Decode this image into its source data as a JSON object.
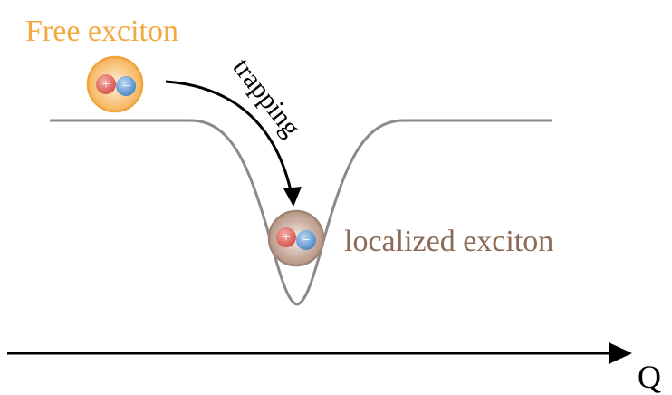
{
  "free_exciton": {
    "label": "Free exciton",
    "label_color": "#F4A940",
    "ring_color": "#F2A33A",
    "glow_color": "#F7C27A"
  },
  "localized_exciton": {
    "label": "localized exciton",
    "label_color": "#8C6A55",
    "ring_color": "#A08575",
    "glow_color": "#B99A8A"
  },
  "particles": {
    "hole_symbol": "+",
    "electron_symbol": "−",
    "hole_color": "#D9534F",
    "electron_color": "#4F8FD0"
  },
  "arrow_label": "trapping",
  "axis_label": "Q",
  "potential_curve_color": "#8A8A8A"
}
